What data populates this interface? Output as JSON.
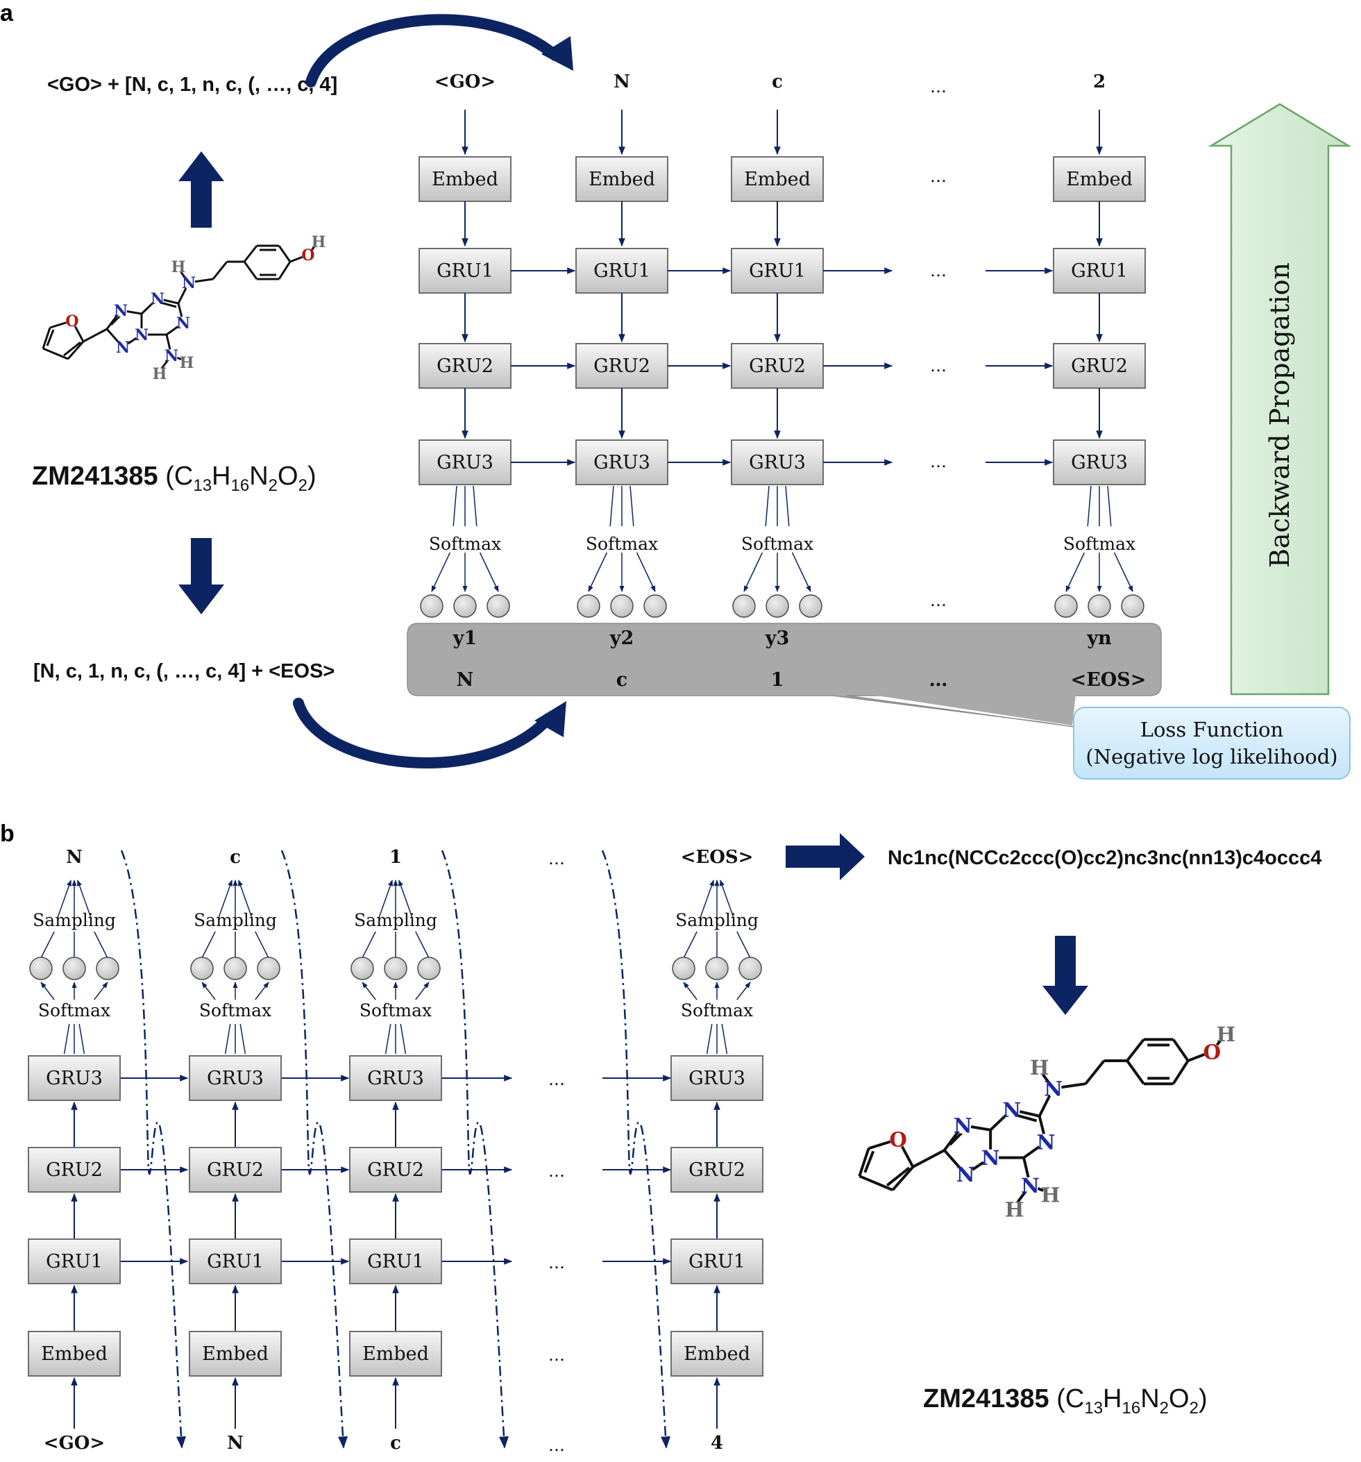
{
  "colors": {
    "navy": "#0d2463",
    "box_fill_top": "#f4f4f4",
    "box_fill_bottom": "#c4c4c4",
    "node_fill": "#d3d3d3",
    "target_panel": "#a8a8a8",
    "bp_fill": "#d6edd6",
    "bp_stroke": "#6aa56a",
    "loss_fill": "#d2ecfb",
    "loss_stroke": "#8cc4e4",
    "atom_N": "#1d2aa6",
    "atom_O": "#b01c10",
    "atom_H": "#6b6b6b"
  },
  "icons": {
    "arrow_up": "thick-arrow-up-icon",
    "arrow_down": "thick-arrow-down-icon",
    "arrow_right": "thick-arrow-right-icon",
    "curved_arrow": "curved-arrow-icon"
  },
  "panel_a": {
    "label": "a",
    "input_sequence": "<GO> + [N, c, 1, n, c, (, …, c, 4]",
    "output_sequence": "[N, c, 1, n, c, (, …, c, 4] + <EOS>",
    "molecule_name": "ZM241385",
    "formula": {
      "p1": "(C",
      "s1": "13",
      "p2": "H",
      "s2": "16",
      "p3": "N",
      "s3": "2",
      "p4": "O",
      "s4": "2",
      "p5": ")"
    },
    "input_tokens": [
      "<GO>",
      "N",
      "c",
      "…",
      "2"
    ],
    "embed_label": "Embed",
    "gru_labels": [
      "GRU1",
      "GRU2",
      "GRU3"
    ],
    "softmax_label": "Softmax",
    "ellipsis": "…",
    "outputs": [
      "y1",
      "y2",
      "y3",
      "yn"
    ],
    "targets": [
      "N",
      "c",
      "1",
      "…",
      "<EOS>"
    ],
    "loss_line1": "Loss Function",
    "loss_line2": "(Negative log likelihood)",
    "backprop": "Backward Propagation"
  },
  "panel_b": {
    "label": "b",
    "sampled_tokens": [
      "N",
      "c",
      "1",
      "…",
      "<EOS>"
    ],
    "sampling_label": "Sampling",
    "softmax_label": "Softmax",
    "gru_labels": [
      "GRU3",
      "GRU2",
      "GRU1"
    ],
    "embed_label": "Embed",
    "input_tokens": [
      "<GO>",
      "N",
      "c",
      "…",
      "4"
    ],
    "ellipsis": "…",
    "smiles": "Nc1nc(NCCc2ccc(O)cc2)nc3nc(nn13)c4occc4",
    "molecule_name": "ZM241385",
    "formula": {
      "p1": "(C",
      "s1": "13",
      "p2": "H",
      "s2": "16",
      "p3": "N",
      "s3": "2",
      "p4": "O",
      "s4": "2",
      "p5": ")"
    }
  }
}
